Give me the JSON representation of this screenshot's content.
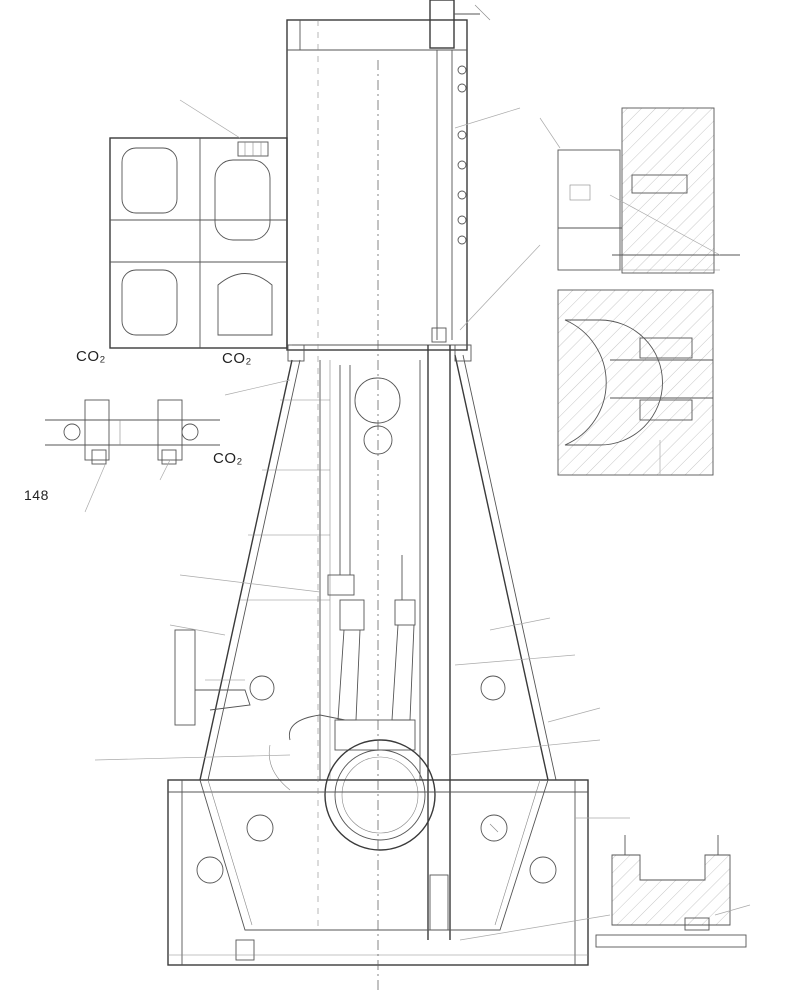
{
  "labels": {
    "co2_left": "CO₂",
    "co2_mid": "CO₂",
    "co2_right": "CO₂",
    "part_number": "148"
  }
}
